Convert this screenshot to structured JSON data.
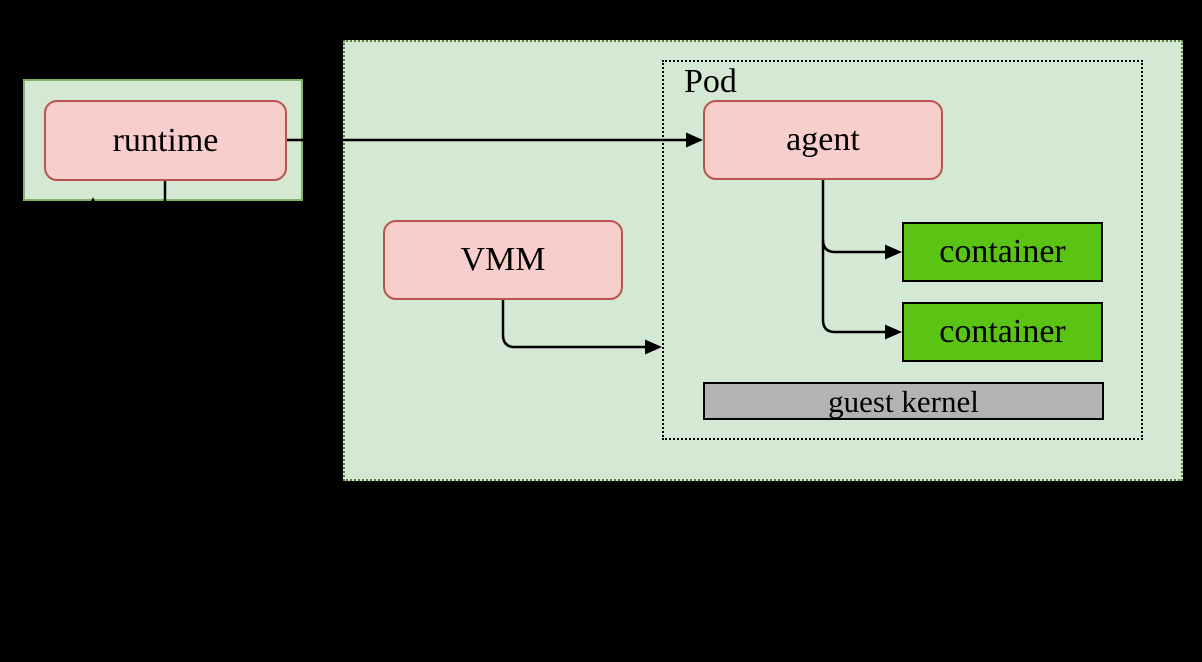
{
  "diagram": {
    "background_color": "#000000",
    "groups": {
      "host": {
        "fill": "#d5e8d4",
        "border_color": "#82b366",
        "border_style": "solid"
      },
      "vm": {
        "fill": "#d5e8d4",
        "border_color": "#55803c",
        "border_style": "dotted"
      },
      "pod": {
        "label": "Pod",
        "fill": "transparent",
        "border_color": "#000000",
        "border_style": "dotted"
      }
    },
    "nodes": {
      "runtime": {
        "label": "runtime",
        "fill": "#f8cecc",
        "border_color": "#b85450",
        "shape": "rounded"
      },
      "agent": {
        "label": "agent",
        "fill": "#f8cecc",
        "border_color": "#b85450",
        "shape": "rounded"
      },
      "vmm": {
        "label": "VMM",
        "fill": "#f8cecc",
        "border_color": "#b85450",
        "shape": "rounded"
      },
      "container1": {
        "label": "container",
        "fill": "#5ac314",
        "border_color": "#000000",
        "shape": "rect"
      },
      "container2": {
        "label": "container",
        "fill": "#5ac314",
        "border_color": "#000000",
        "shape": "rect"
      },
      "guest_kernel": {
        "label": "guest kernel",
        "fill": "#b3b3b3",
        "border_color": "#000000",
        "shape": "rect"
      }
    },
    "edges": {
      "color": "#000000",
      "list": [
        {
          "from": "runtime",
          "to": "agent",
          "arrow": true
        },
        {
          "from": "runtime",
          "direction": "down",
          "arrow": false,
          "note": "line continues into black background below host box"
        },
        {
          "at": "host-bottom-border",
          "arrow": true,
          "note": "partial upward arrowhead tip visible on host box bottom border"
        },
        {
          "from": "vmm",
          "to": "pod-border",
          "arrow": true
        },
        {
          "from": "agent",
          "to": "container1",
          "arrow": true
        },
        {
          "from": "agent",
          "to": "container2",
          "arrow": true
        }
      ]
    }
  }
}
